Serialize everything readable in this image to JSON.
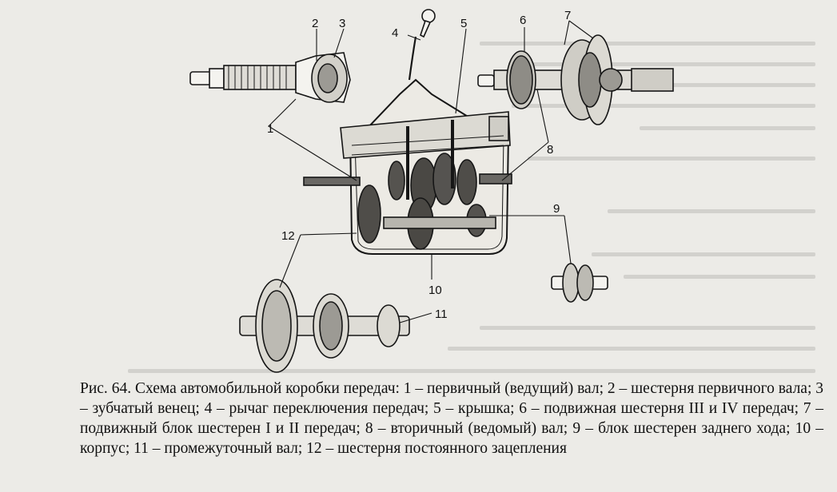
{
  "figure": {
    "callouts": [
      "1",
      "2",
      "3",
      "4",
      "5",
      "6",
      "7",
      "8",
      "9",
      "10",
      "11",
      "12"
    ]
  },
  "caption": {
    "label": "Рис. 64.",
    "text": " Схема автомобильной коробки передач: 1 – первичный (ведущий) вал; 2 – шестерня первичного вала; 3 – зубчатый венец; 4 – рычаг переключения передач; 5 – крышка; 6 – подвижная шестерня III и IV передач; 7 – подвижный блок шестерен I и II передач; 8 – вторичный (ведомый) вал; 9 – блок шестерен заднего хода; 10 – корпус; 11 – промежуточный вал; 12 – шестерня постоянного зацепления"
  },
  "colors": {
    "paper": "#ecebe7",
    "ink": "#111111",
    "bleed": "#bdbcb8"
  }
}
